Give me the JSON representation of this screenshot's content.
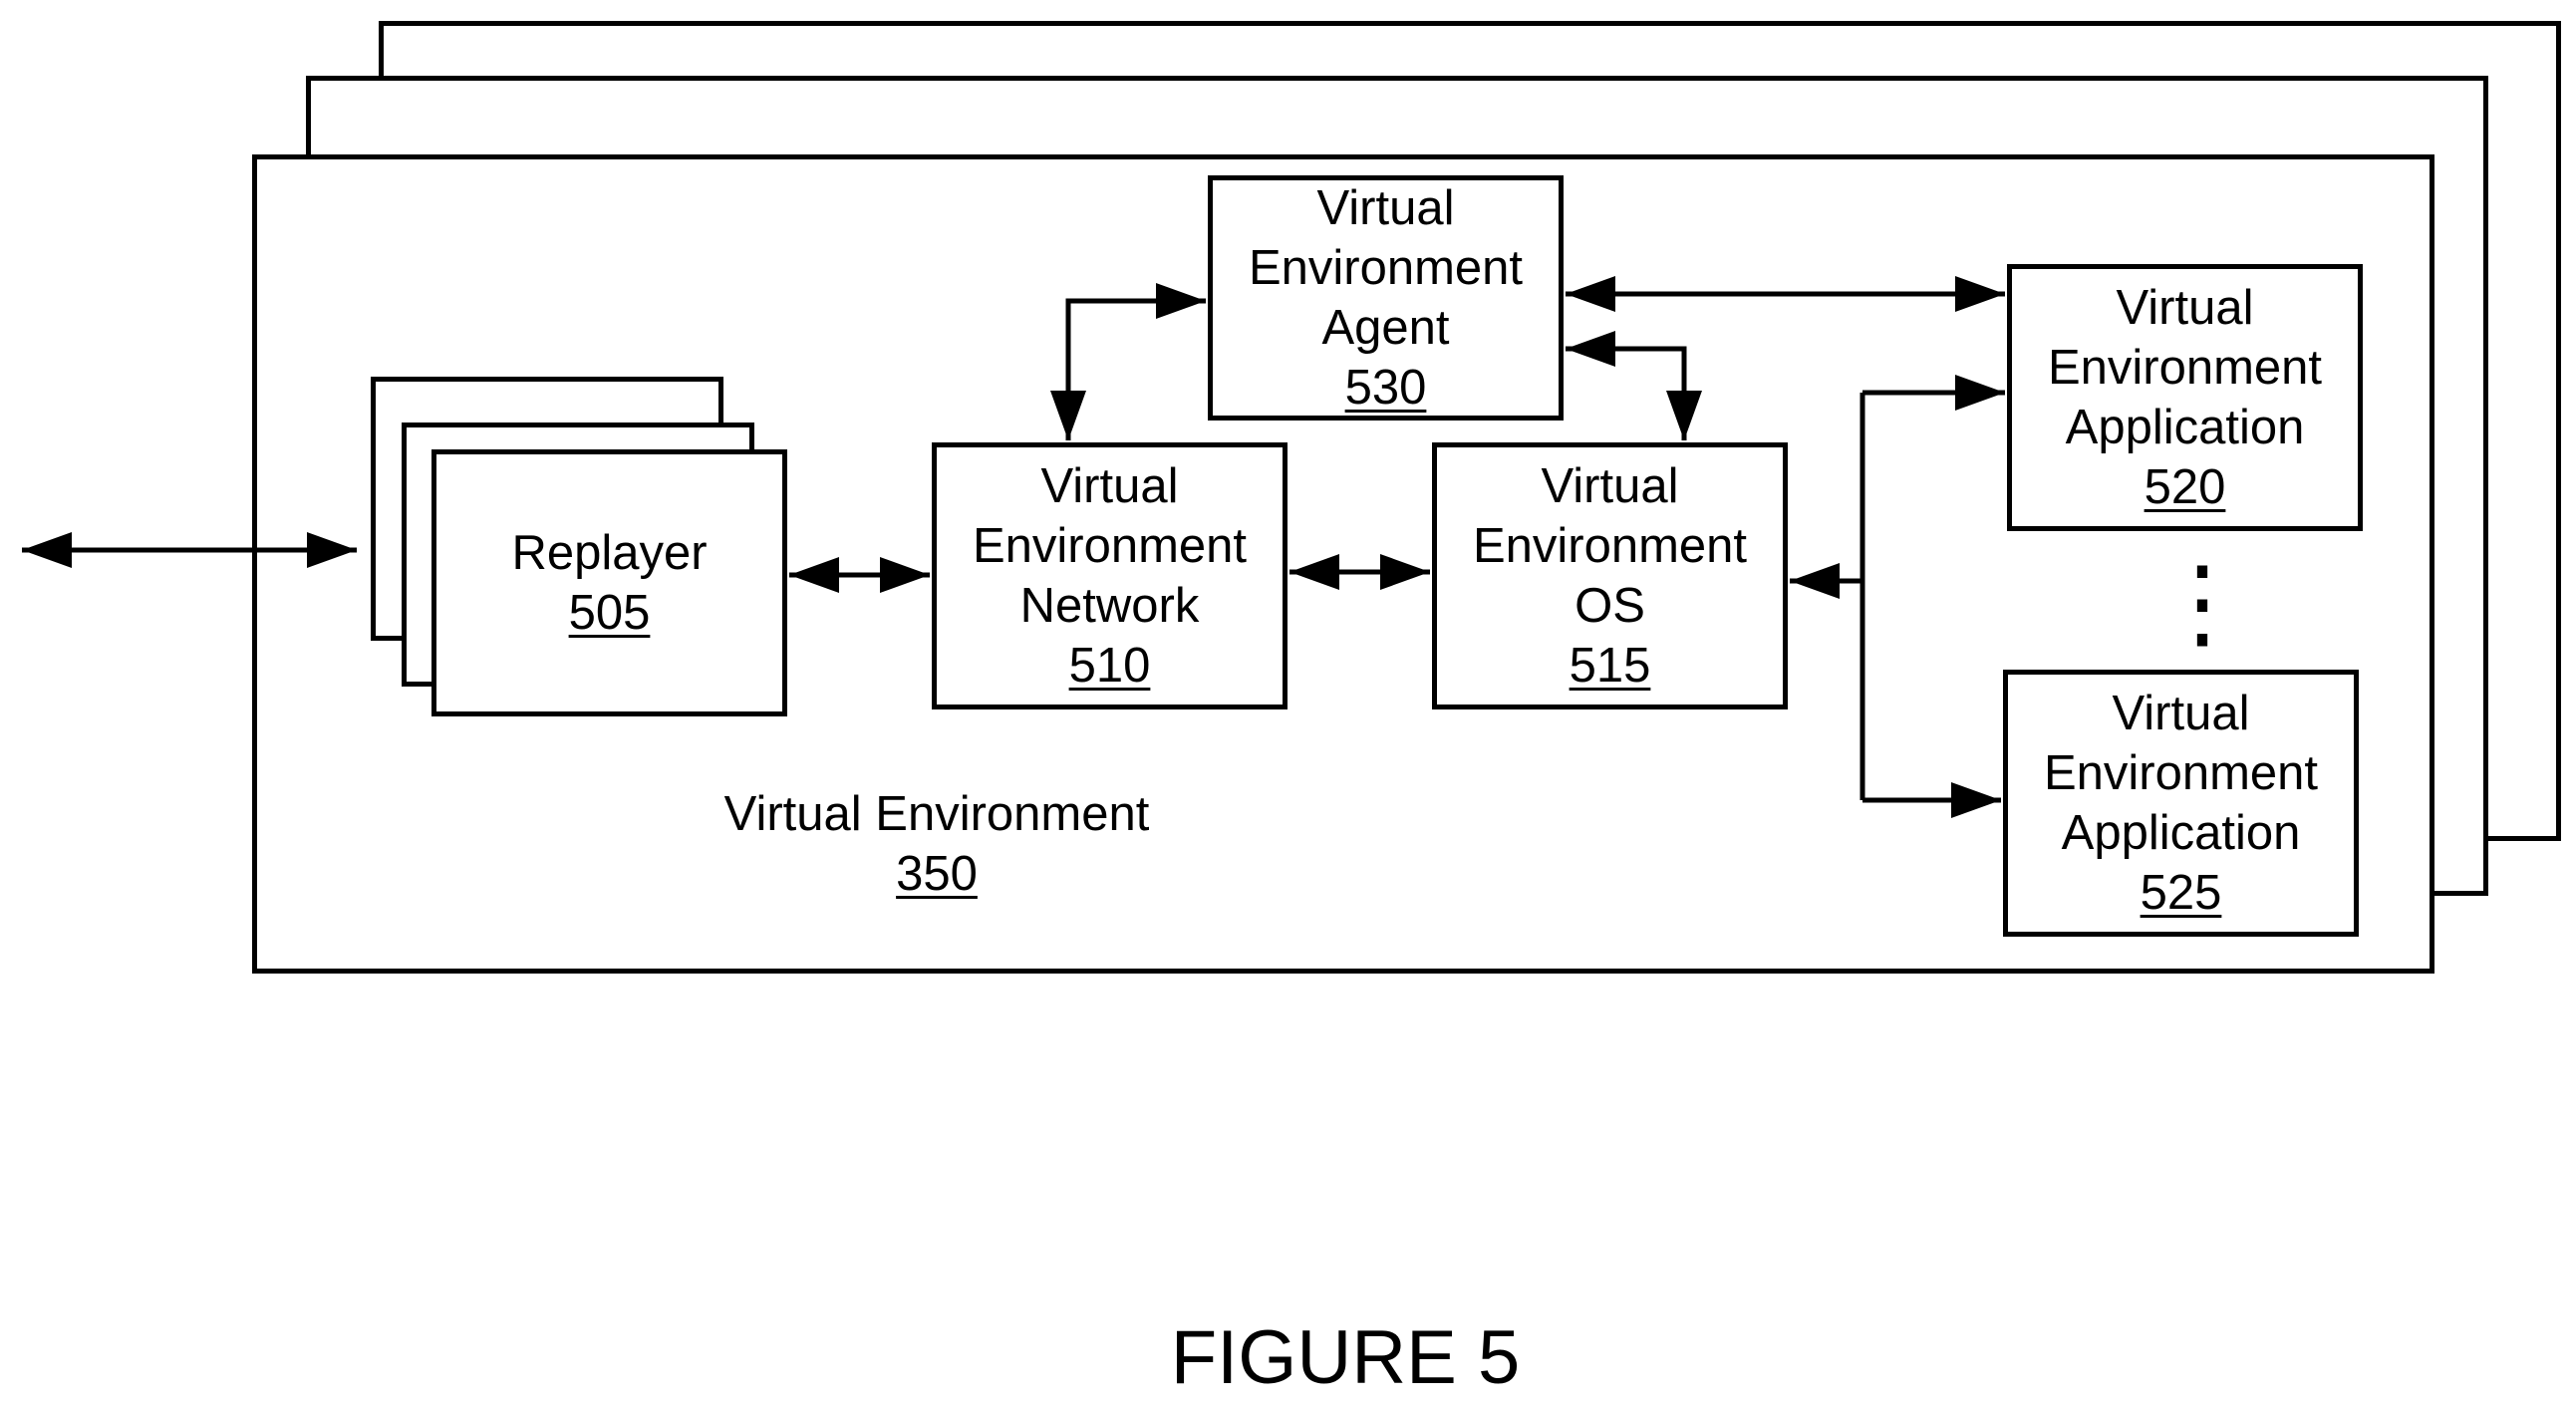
{
  "diagram": {
    "container": {
      "label": "Virtual Environment",
      "ref": "350"
    },
    "nodes": {
      "replayer": {
        "lines": [
          "Replayer"
        ],
        "ref": "505"
      },
      "network": {
        "lines": [
          "Virtual",
          "Environment",
          "Network"
        ],
        "ref": "510"
      },
      "os": {
        "lines": [
          "Virtual",
          "Environment",
          "OS"
        ],
        "ref": "515"
      },
      "agent": {
        "lines": [
          "Virtual",
          "Environment",
          "Agent"
        ],
        "ref": "530"
      },
      "app_520": {
        "lines": [
          "Virtual",
          "Environment",
          "Application"
        ],
        "ref": "520"
      },
      "app_525": {
        "lines": [
          "Virtual",
          "Environment",
          "Application"
        ],
        "ref": "525"
      }
    },
    "ellipsis": "⋮",
    "connections": [
      {
        "from": "external",
        "to": "replayer",
        "type": "bidirectional"
      },
      {
        "from": "replayer",
        "to": "network",
        "type": "bidirectional"
      },
      {
        "from": "network",
        "to": "os",
        "type": "bidirectional"
      },
      {
        "from": "network",
        "to": "agent",
        "type": "bidirectional"
      },
      {
        "from": "agent",
        "to": "os",
        "type": "bidirectional"
      },
      {
        "from": "agent",
        "to": "app_520",
        "type": "bidirectional"
      },
      {
        "from": "os",
        "to": "app_520",
        "type": "bidirectional"
      },
      {
        "from": "os",
        "to": "app_525",
        "type": "bidirectional"
      }
    ]
  },
  "caption": "FIGURE 5"
}
